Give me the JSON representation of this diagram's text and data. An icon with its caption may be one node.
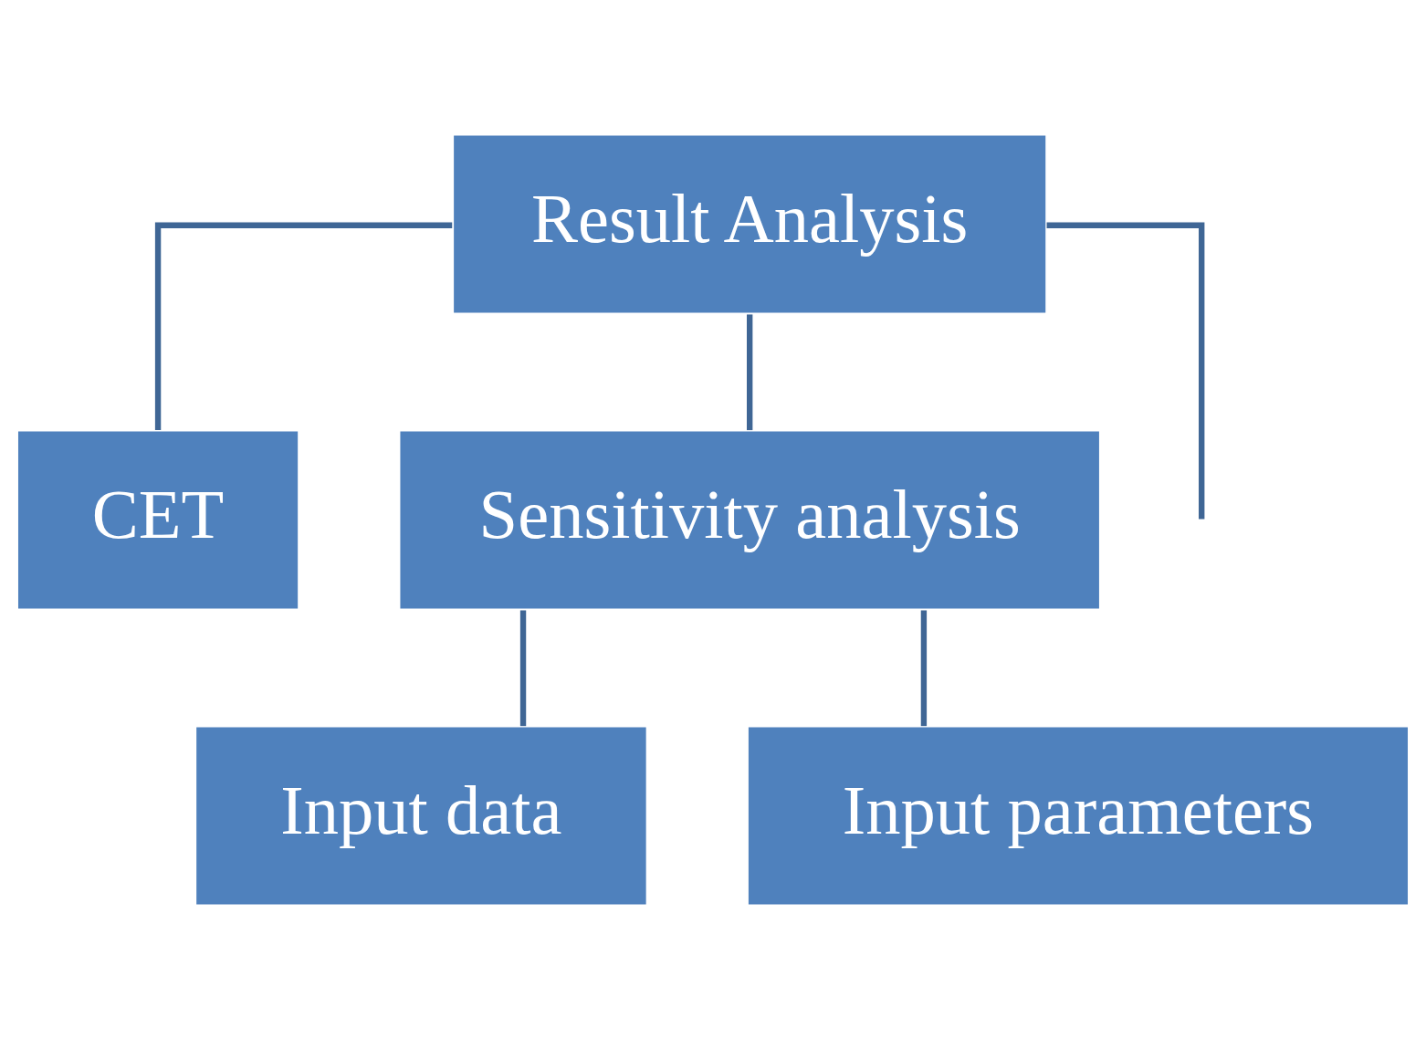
{
  "diagram": {
    "nodes": [
      {
        "text": [
          "Result Analysis"
        ]
      },
      {
        "text": [
          "CET"
        ]
      },
      {
        "text": [
          "Sensitivity analysis"
        ]
      },
      {
        "text": [
          "Input data"
        ]
      },
      {
        "text": [
          "Input parameters"
        ]
      }
    ],
    "edges": [
      {
        "from": 0,
        "to": null,
        "arrow": "none"
      },
      {
        "from": 0,
        "to": 1,
        "arrow": "none"
      },
      {
        "from": 0,
        "to": 2,
        "arrow": "none"
      },
      {
        "from": 2,
        "to": 3,
        "arrow": "none"
      },
      {
        "from": 2,
        "to": 4,
        "arrow": "none"
      }
    ]
  }
}
